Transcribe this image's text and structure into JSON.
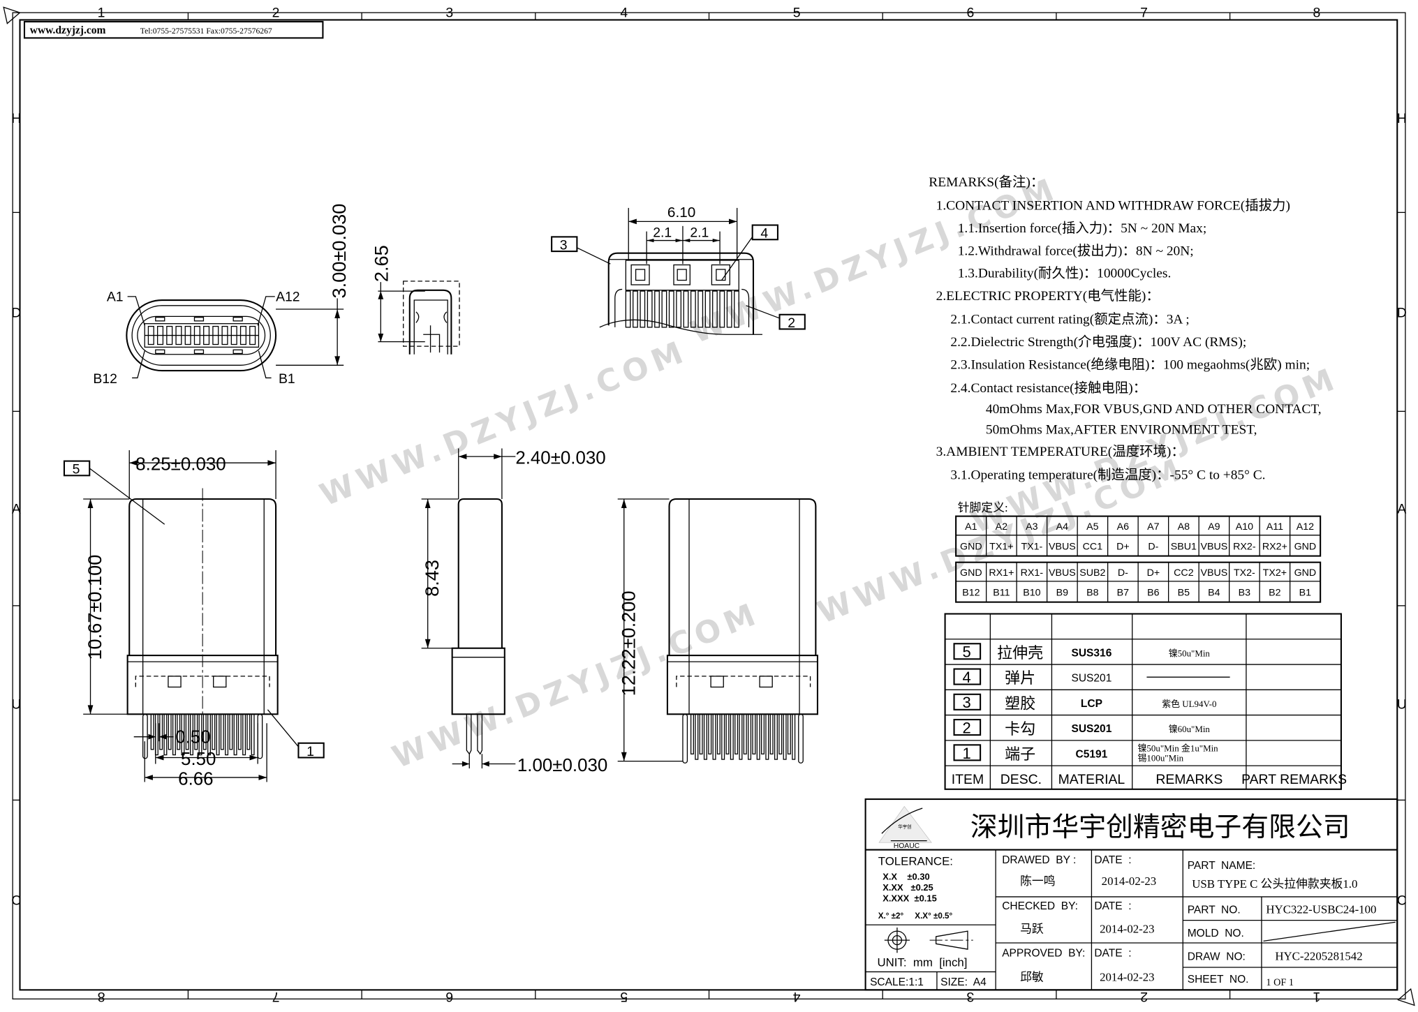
{
  "header": {
    "website": "www.dzyjzj.com",
    "contact": "Tel:0755-27575531  Fax:0755-27576267"
  },
  "ruler": {
    "top_numbers": [
      "1",
      "2",
      "3",
      "4",
      "5",
      "6",
      "7",
      "8"
    ],
    "bottom_numbers": [
      "8",
      "7",
      "6",
      "5",
      "4",
      "3",
      "2",
      "1"
    ],
    "side_letters": [
      "H",
      "D",
      "A",
      "U",
      "C"
    ]
  },
  "watermark": "WWW.DZYJZJ.COM",
  "views": {
    "end_view": {
      "pin_a1": "A1",
      "pin_a12": "A12",
      "pin_b12": "B12",
      "pin_b1": "B1",
      "height_dim": "3.00±0.030"
    },
    "section_view": {
      "dim": "2.65"
    },
    "detail_view": {
      "width_dim": "6.10",
      "pitch_left": "2.1",
      "pitch_right": "2.1",
      "balloon_3": "3",
      "balloon_4": "4",
      "balloon_2": "2"
    },
    "top_view": {
      "width_dim": "8.25±0.030",
      "length_dim": "10.67±0.100",
      "pitch_dim": "0.50",
      "span_dim": "5.50",
      "overall_dim": "6.66",
      "balloon_5": "5",
      "balloon_1": "1"
    },
    "side_view": {
      "thickness_dim": "2.40±0.030",
      "length_dim": "8.43",
      "board_dim": "1.00±0.030"
    },
    "bottom_view": {
      "length_dim": "12.22±0.200"
    }
  },
  "remarks": {
    "lines": [
      "REMARKS(备注)：",
      "1.CONTACT INSERTION AND WITHDRAW FORCE(插拔力)",
      "1.1.Insertion force(插入力)：5N ~ 20N Max;",
      "1.2.Withdrawal force(拔出力)：8N ~ 20N;",
      "1.3.Durability(耐久性)：10000Cycles.",
      "2.ELECTRIC PROPERTY(电气性能)：",
      "2.1.Contact current rating(额定点流)：3A ;",
      "2.2.Dielectric Strength(介电强度)：100V AC (RMS);",
      "2.3.Insulation Resistance(绝缘电阻)：100 megaohms(兆欧) min;",
      "2.4.Contact resistance(接触电阻)：",
      "40mOhms Max,FOR VBUS,GND AND OTHER CONTACT,",
      "50mOhms Max,AFTER ENVIRONMENT TEST,",
      "3.AMBIENT TEMPERATURE(温度环境)：",
      "3.1.Operating temperature(制造温度)：-55°  C to +85° C."
    ]
  },
  "pin_table": {
    "title": "针脚定义:",
    "a_pins": [
      "A1",
      "A2",
      "A3",
      "A4",
      "A5",
      "A6",
      "A7",
      "A8",
      "A9",
      "A10",
      "A11",
      "A12"
    ],
    "a_signals": [
      "GND",
      "TX1+",
      "TX1-",
      "VBUS",
      "CC1",
      "D+",
      "D-",
      "SBU1",
      "VBUS",
      "RX2-",
      "RX2+",
      "GND"
    ],
    "b_signals": [
      "GND",
      "RX1+",
      "RX1-",
      "VBUS",
      "SUB2",
      "D-",
      "D+",
      "CC2",
      "VBUS",
      "TX2-",
      "TX2+",
      "GND"
    ],
    "b_pins": [
      "B12",
      "B11",
      "B10",
      "B9",
      "B8",
      "B7",
      "B6",
      "B5",
      "B4",
      "B3",
      "B2",
      "B1"
    ]
  },
  "bom": {
    "headers": [
      "ITEM",
      "DESC.",
      "MATERIAL",
      "REMARKS",
      "PART REMARKS"
    ],
    "rows": [
      {
        "item": "5",
        "desc": "拉伸壳",
        "material": "SUS316",
        "remarks": [
          "镍50u\"Min"
        ]
      },
      {
        "item": "4",
        "desc": "弹片",
        "material": "SUS201",
        "remarks": []
      },
      {
        "item": "3",
        "desc": "塑胶",
        "material": "LCP",
        "remarks": [
          "紫色  UL94V-0"
        ]
      },
      {
        "item": "2",
        "desc": "卡勾",
        "material": "SUS201",
        "remarks": [
          "镍60u\"Min"
        ]
      },
      {
        "item": "1",
        "desc": "端子",
        "material": "C5191",
        "remarks": [
          "镍50u\"Min  金1u\"Min",
          "锡100u\"Min"
        ]
      }
    ]
  },
  "title_block": {
    "company": "深圳市华宇创精密电子有限公司",
    "logo_text": "HOAUC",
    "logo_cn": "华宇创",
    "tolerance_label": "TOLERANCE:",
    "tolerances": [
      "X.X    ±0.30",
      "X.XX   ±0.25",
      "X.XXX  ±0.15"
    ],
    "angle_tolerances": "X.° ±2°     X.X° ±0.5°",
    "unit": "UNIT:  mm  [inch]",
    "scale": "SCALE:1:1",
    "size": "SIZE:  A4",
    "drawed_by_label": "DRAWED  BY :",
    "drawed_by": "陈一鸣",
    "checked_by_label": "CHECKED  BY:",
    "checked_by": "马跃",
    "approved_by_label": "APPROVED  BY:",
    "approved_by": "邱敏",
    "date_label": "DATE  :",
    "date_drawed": "2014-02-23",
    "date_checked": "2014-02-23",
    "date_approved": "2014-02-23",
    "part_name_label": "PART  NAME:",
    "part_name": "USB TYPE C 公头拉伸款夹板1.0",
    "part_no_label": "PART  NO.",
    "part_no": "HYC322-USBC24-100",
    "mold_no_label": "MOLD  NO.",
    "draw_no_label": "DRAW  NO:",
    "draw_no": "HYC-2205281542",
    "sheet_no_label": "SHEET  NO.",
    "sheet_no": "1 OF 1"
  }
}
